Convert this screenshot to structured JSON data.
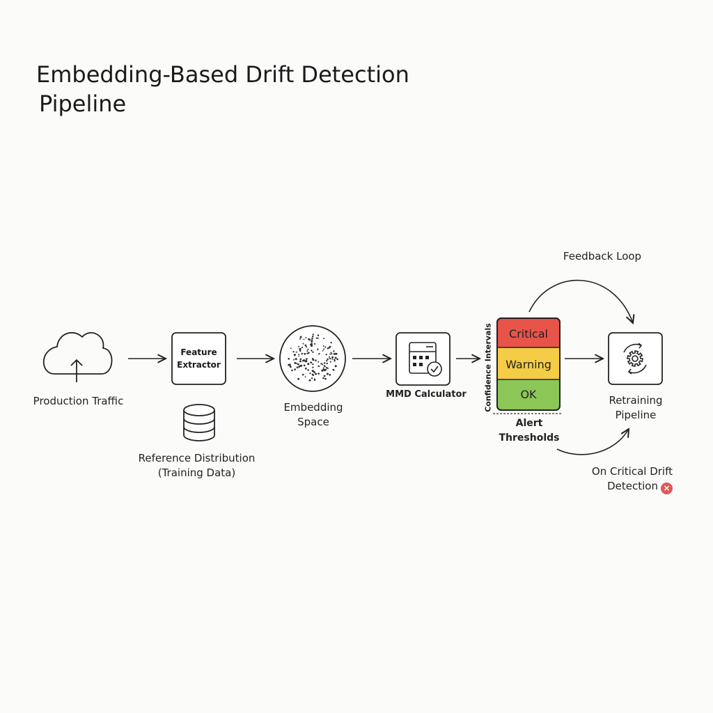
{
  "title": {
    "line1": "Embedding-Based Drift Detection",
    "line2": "Pipeline"
  },
  "nodes": {
    "production_traffic": "Production Traffic",
    "feature_extractor": {
      "line1": "Feature",
      "line2": "Extractor"
    },
    "reference_distribution": {
      "line1": "Reference Distribution",
      "line2": "(Training Data)"
    },
    "embedding_space": {
      "line1": "Embedding",
      "line2": "Space"
    },
    "mmd_calculator": "MMD Calculator",
    "retraining_pipeline": {
      "line1": "Retraining",
      "line2": "Pipeline"
    }
  },
  "alert_thresholds": {
    "label_line1": "Alert",
    "label_line2": "Thresholds",
    "axis_label": "Confidence Intervals",
    "tiers": [
      {
        "label": "Critical",
        "color": "#e8544a"
      },
      {
        "label": "Warning",
        "color": "#f5cc45"
      },
      {
        "label": "OK",
        "color": "#8bc657"
      }
    ]
  },
  "feedback_loop": "Feedback Loop",
  "critical_trigger": {
    "line1": "On Critical Drift",
    "line2": "Detection"
  },
  "icons": [
    "cloud-upload-icon",
    "database-icon",
    "calculator-icon",
    "gear-icon",
    "close-icon"
  ]
}
